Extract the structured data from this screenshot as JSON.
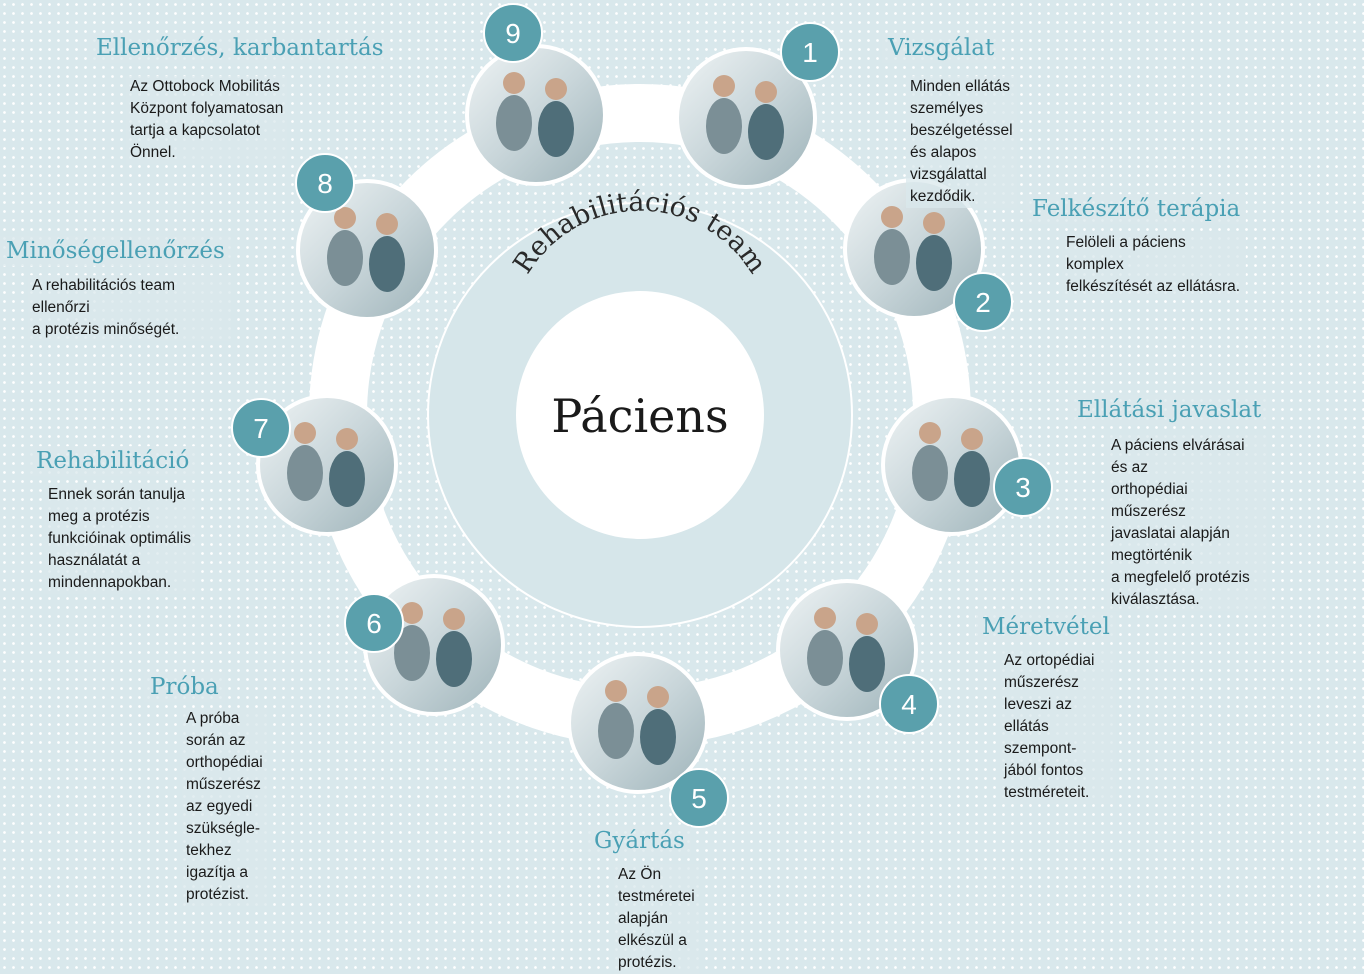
{
  "center": {
    "team": "Rehabilitációs team",
    "patient": "Páciens"
  },
  "colors": {
    "ring": "#ffffff",
    "badge": "#5aa0ac",
    "title": "#4aa0b4",
    "background": "#d9e8ec"
  },
  "steps": [
    {
      "number": "1",
      "title": "Vizsgálat",
      "text": "Minden ellátás személyes\nbeszélgetéssel és alapos\nvizsgálattal kezdődik."
    },
    {
      "number": "2",
      "title": "Felkészítő terápia",
      "text": "Felöleli a páciens komplex\nfelkészítését az ellátásra."
    },
    {
      "number": "3",
      "title": "Ellátási javaslat",
      "text": "A páciens elvárásai és az\northopédiai műszerész\njavaslatai alapján megtörténik\na megfelelő protézis\nkiválasztása."
    },
    {
      "number": "4",
      "title": "Méretvétel",
      "text": "Az ortopédiai műszerész\nleveszi az ellátás szempont-\njából fontos testméreteit."
    },
    {
      "number": "5",
      "title": "Gyártás",
      "text": "Az Ön testméretei\nalapján elkészül a\nprotézis."
    },
    {
      "number": "6",
      "title": "Próba",
      "text": "A próba során az\northopédiai műszerész\naz egyedi szükségle-\ntekhez igazítja a\nprotézist."
    },
    {
      "number": "7",
      "title": "Rehabilitáció",
      "text": "Ennek során tanulja\nmeg a protézis\nfunkcióinak optimális\nhasználatát a\nmindennapokban."
    },
    {
      "number": "8",
      "title": "Minőségellenőrzés",
      "text": "A rehabilitációs team ellenőrzi\na protézis minőségét."
    },
    {
      "number": "9",
      "title": "Ellenőrzés, karbantartás",
      "text": "Az Ottobock Mobilitás\nKözpont folyamatosan\ntartja a kapcsolatot\nÖnnel."
    }
  ]
}
